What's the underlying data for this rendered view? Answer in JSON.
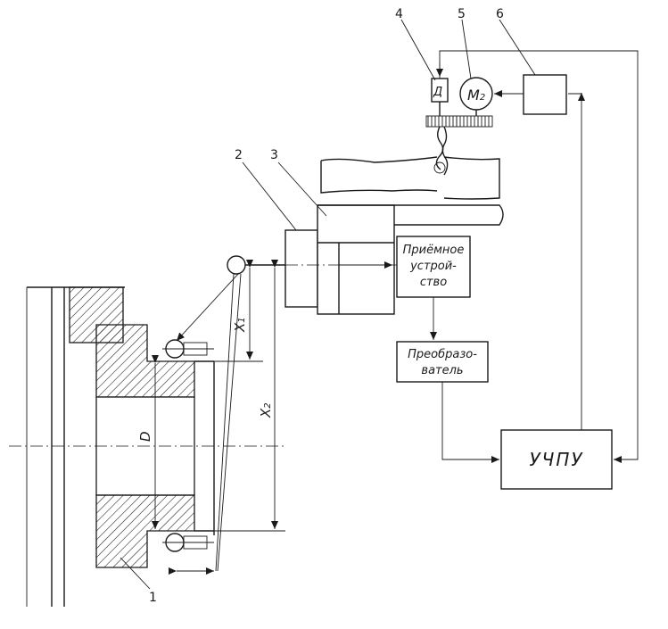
{
  "labels": {
    "n1": "1",
    "n2": "2",
    "n3": "3",
    "n4": "4",
    "n5": "5",
    "n6": "6"
  },
  "blocks": {
    "receiver": [
      "Приёмное",
      "устрой-",
      "ство"
    ],
    "converter": [
      "Преобразо-",
      "ватель"
    ],
    "cnc": "УЧПУ",
    "sensor": "Д",
    "motor_main": "М",
    "motor_sub": "2"
  },
  "dimensions": {
    "x1": "X",
    "x1_sub": "1",
    "x2": "X",
    "x2_sub": "2",
    "diameter": "D"
  }
}
